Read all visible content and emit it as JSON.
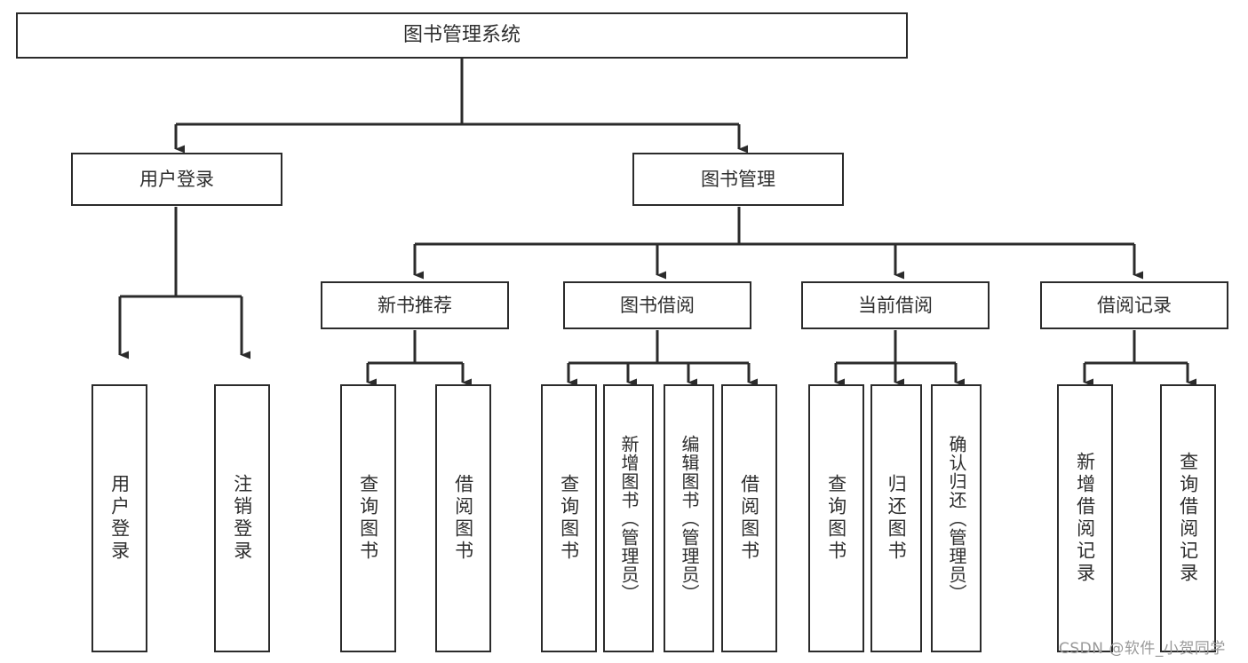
{
  "diagram": {
    "type": "tree-hierarchy",
    "title": "图书管理系统",
    "root": {
      "label": "图书管理系统"
    },
    "level2": [
      {
        "label": "用户登录"
      },
      {
        "label": "图书管理"
      }
    ],
    "level3": [
      {
        "label": "新书推荐"
      },
      {
        "label": "图书借阅"
      },
      {
        "label": "当前借阅"
      },
      {
        "label": "借阅记录"
      }
    ],
    "leaves": {
      "user_login": [
        {
          "label": "用户登录"
        },
        {
          "label": "注销登录"
        }
      ],
      "new_book_recommend": [
        {
          "label": "查询图书"
        },
        {
          "label": "借阅图书"
        }
      ],
      "book_borrow": [
        {
          "label": "查询图书"
        },
        {
          "label": "新增图书（管理员）"
        },
        {
          "label": "编辑图书（管理员）"
        },
        {
          "label": "借阅图书"
        }
      ],
      "current_borrow": [
        {
          "label": "查询图书"
        },
        {
          "label": "归还图书"
        },
        {
          "label": "确认归还（管理员）"
        }
      ],
      "borrow_record": [
        {
          "label": "新增借阅记录"
        },
        {
          "label": "查询借阅记录"
        }
      ]
    }
  },
  "watermark": {
    "text": "CSDN @软件_小贺同学"
  },
  "colors": {
    "stroke": "#2b2b2b",
    "text": "#2e2e2e",
    "background": "#ffffff",
    "watermark": "#9a9a9a"
  }
}
